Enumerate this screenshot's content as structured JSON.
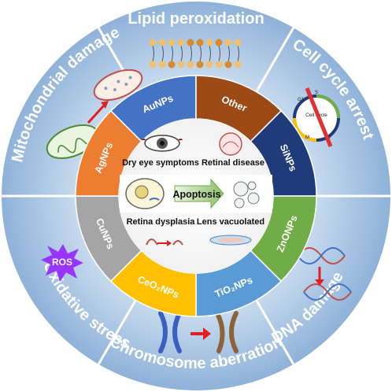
{
  "outer_ring": {
    "top": "Lipid peroxidation",
    "top_right": "Cell cycle arrest",
    "bottom_right": "DNA damage",
    "bottom": "Chromosome aberration",
    "bottom_left": "Oxidative stress",
    "top_left": "Mitochondrial damage"
  },
  "nanoparticles": {
    "aunps": "AuNPs",
    "other": "Other",
    "sinps": "SiNPs",
    "znonps": "ZnONPs",
    "tio2nps": "TiO₂NPs",
    "ceo2nps": "CeO₂NPs",
    "cunps": "CuNPs",
    "agnps": "AgNPs"
  },
  "inner": {
    "dry_eye": "Dry eye symptoms",
    "retinal_disease": "Retinal disease",
    "apoptosis": "Apoptosis",
    "retina_dysplasia": "Retina dysplasia",
    "lens_vacuolated": "Lens vacuolated"
  },
  "ros_label": "ROS",
  "cell_cycle_label": "Cell cycle",
  "cycle_phases": [
    "G1",
    "S",
    "M",
    "G2"
  ],
  "colors": {
    "outer_ring": "#a9c6e3",
    "aunps": "#4472c4",
    "other": "#9c4a16",
    "sinps": "#1f3b7a",
    "znonps": "#70ad47",
    "tio2nps": "#5b9bd5",
    "ceo2nps": "#ffc000",
    "cunps": "#a5a5a5",
    "agnps": "#ed7d31",
    "ros": "#9933ff"
  }
}
